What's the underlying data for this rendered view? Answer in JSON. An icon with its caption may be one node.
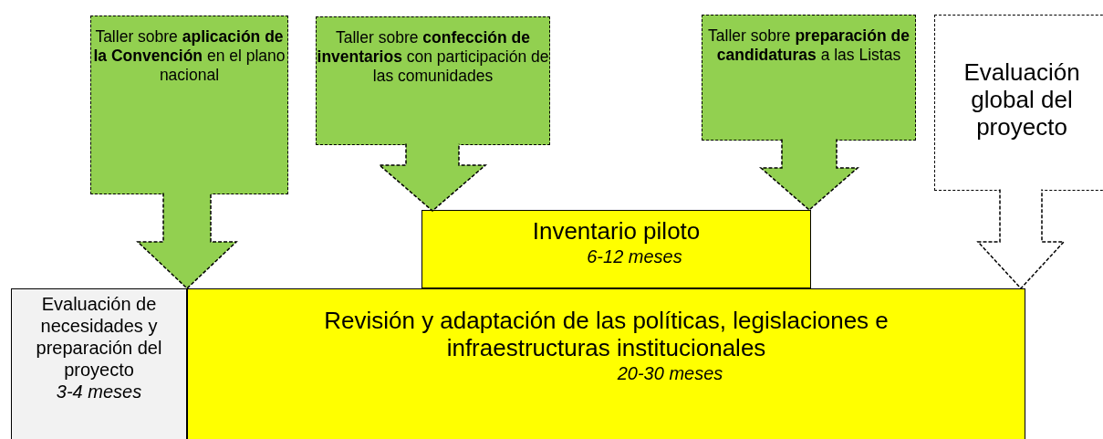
{
  "diagram": {
    "nodes": [
      {
        "text": [
          "Taller sobre **aplicación de la Convención** en el plano nacional"
        ]
      },
      {
        "text": [
          "Taller sobre **confección de inventarios** con participación de las comunidades"
        ]
      },
      {
        "text": [
          "Taller sobre **preparación de candidaturas** a las Listas"
        ]
      },
      {
        "text": [
          "Evaluación global del proyecto"
        ]
      },
      {
        "text": [
          "Inventario piloto",
          "6-12 meses"
        ]
      },
      {
        "text": [
          "Evaluación de necesidades y preparación del proyecto",
          "3-4 meses"
        ]
      },
      {
        "text": [
          "Revisión y adaptación de las políticas, legislaciones e infraestructuras institucionales",
          "20-30 meses"
        ]
      }
    ],
    "edges": [
      {
        "from": 0,
        "to": 6,
        "arrow": "to",
        "style": "dashed"
      },
      {
        "from": 1,
        "to": 4,
        "arrow": "to",
        "style": "dashed"
      },
      {
        "from": 2,
        "to": 4,
        "arrow": "to",
        "style": "dashed"
      },
      {
        "from": 3,
        "to": 6,
        "arrow": "to",
        "style": "dashed",
        "color": "#ffffff"
      }
    ]
  }
}
